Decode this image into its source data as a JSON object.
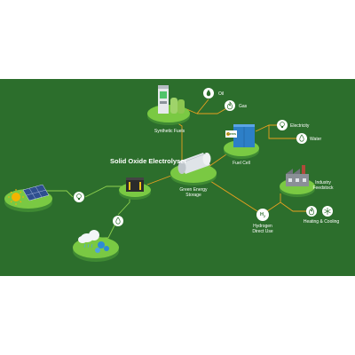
{
  "colors": {
    "background": "#2c6e2c",
    "connector": "#e8a020",
    "connector_alt": "#8fd14f",
    "platform": "#7ac943",
    "icon_circle": "#ffffff"
  },
  "labels": {
    "electrolyser": "Solid Oxide Electrolyser",
    "synthetic_fuels": "Synthetic Fuels",
    "oil": "Oil",
    "gas": "Gas",
    "green_storage": "Green Energy Storage",
    "fuel_cell": "Fuel Cell",
    "electricity": "Electricity",
    "water": "Water",
    "industry": "Industry Feedstock",
    "hydrogen": "Hydrogen Direct Use",
    "heating": "Heating & Cooling",
    "h2": "H",
    "h2_sub": "2",
    "fuel_cell_logo": "Ceres"
  },
  "icons": [
    "solar-panel-icon",
    "sun-icon",
    "cloud-rain-icon",
    "lightbulb-icon",
    "water-drop-icon",
    "fire-icon",
    "snowflake-icon",
    "hydrogen-icon"
  ]
}
